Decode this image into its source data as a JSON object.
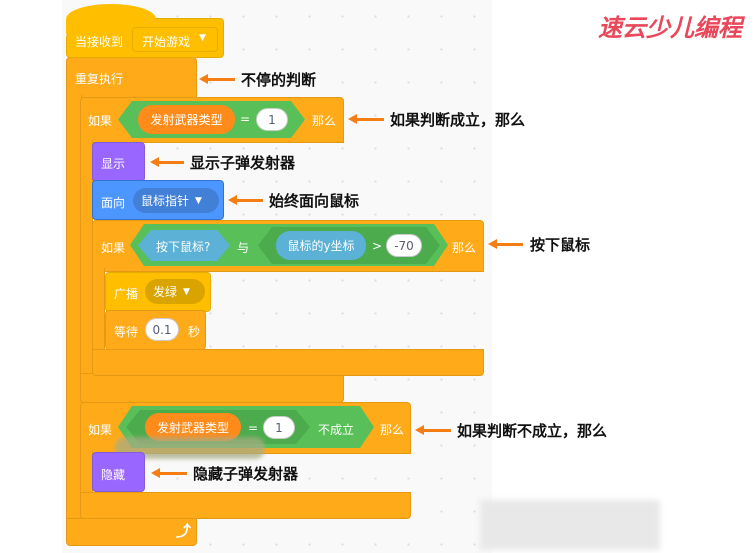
{
  "logo": "速云少儿编程",
  "blocks": {
    "hat": {
      "label": "当接收到",
      "message": "开始游戏"
    },
    "forever": {
      "label": "重复执行"
    },
    "if1": {
      "label": "如果",
      "variable": "发射武器类型",
      "op": "=",
      "value": "1",
      "then": "那么"
    },
    "show": {
      "label": "显示"
    },
    "point": {
      "label": "面向",
      "target": "鼠标指针"
    },
    "if2": {
      "label": "如果",
      "mouse_down": "按下鼠标?",
      "and": "与",
      "mouse_y": "鼠标的y坐标",
      "op": ">",
      "value": "-70",
      "then": "那么"
    },
    "broadcast": {
      "label": "广播",
      "message": "发绿"
    },
    "wait": {
      "label": "等待",
      "value": "0.1",
      "unit": "秒"
    },
    "if3": {
      "label": "如果",
      "variable": "发射武器类型",
      "op": "=",
      "value": "1",
      "not": "不成立",
      "then": "那么"
    },
    "hide": {
      "label": "隐藏"
    }
  },
  "notes": {
    "forever": "不停的判断",
    "if1": "如果判断成立，那么",
    "show": "显示子弹发射器",
    "point": "始终面向鼠标",
    "if2": "按下鼠标",
    "if3": "如果判断不成立，那么",
    "hide": "隐藏子弹发射器"
  },
  "colors": {
    "control": "#ffab19",
    "events": "#ffbf00",
    "operators": "#59c059",
    "looks": "#9966ff",
    "motion": "#4c97ff",
    "variable": "#ff8c1a",
    "sensing": "#5cb1d6",
    "annotation_arrow": "#f47d14"
  }
}
